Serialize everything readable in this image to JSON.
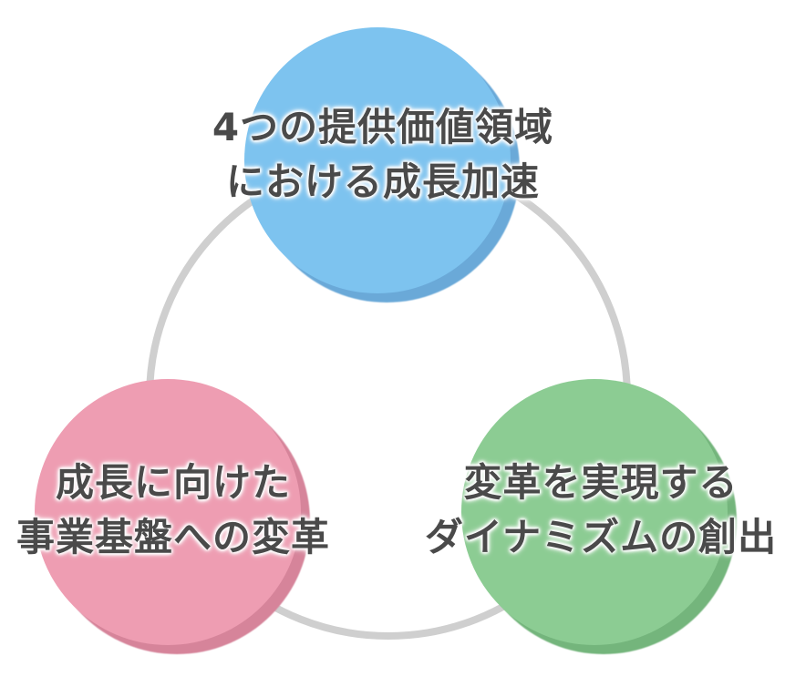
{
  "diagram": {
    "nodes": [
      {
        "id": "top",
        "lines": [
          "4つの提供価値領域",
          "における成長加速"
        ],
        "color": "#7dc3ef"
      },
      {
        "id": "left",
        "lines": [
          "成長に向けた",
          "事業基盤への変革"
        ],
        "color": "#ee9db2"
      },
      {
        "id": "right",
        "lines": [
          "変革を実現する",
          "ダイナミズムの創出"
        ],
        "color": "#8ccc93"
      }
    ],
    "ring_color": "#cfcfcf",
    "text_color": "#4a4a4a"
  }
}
